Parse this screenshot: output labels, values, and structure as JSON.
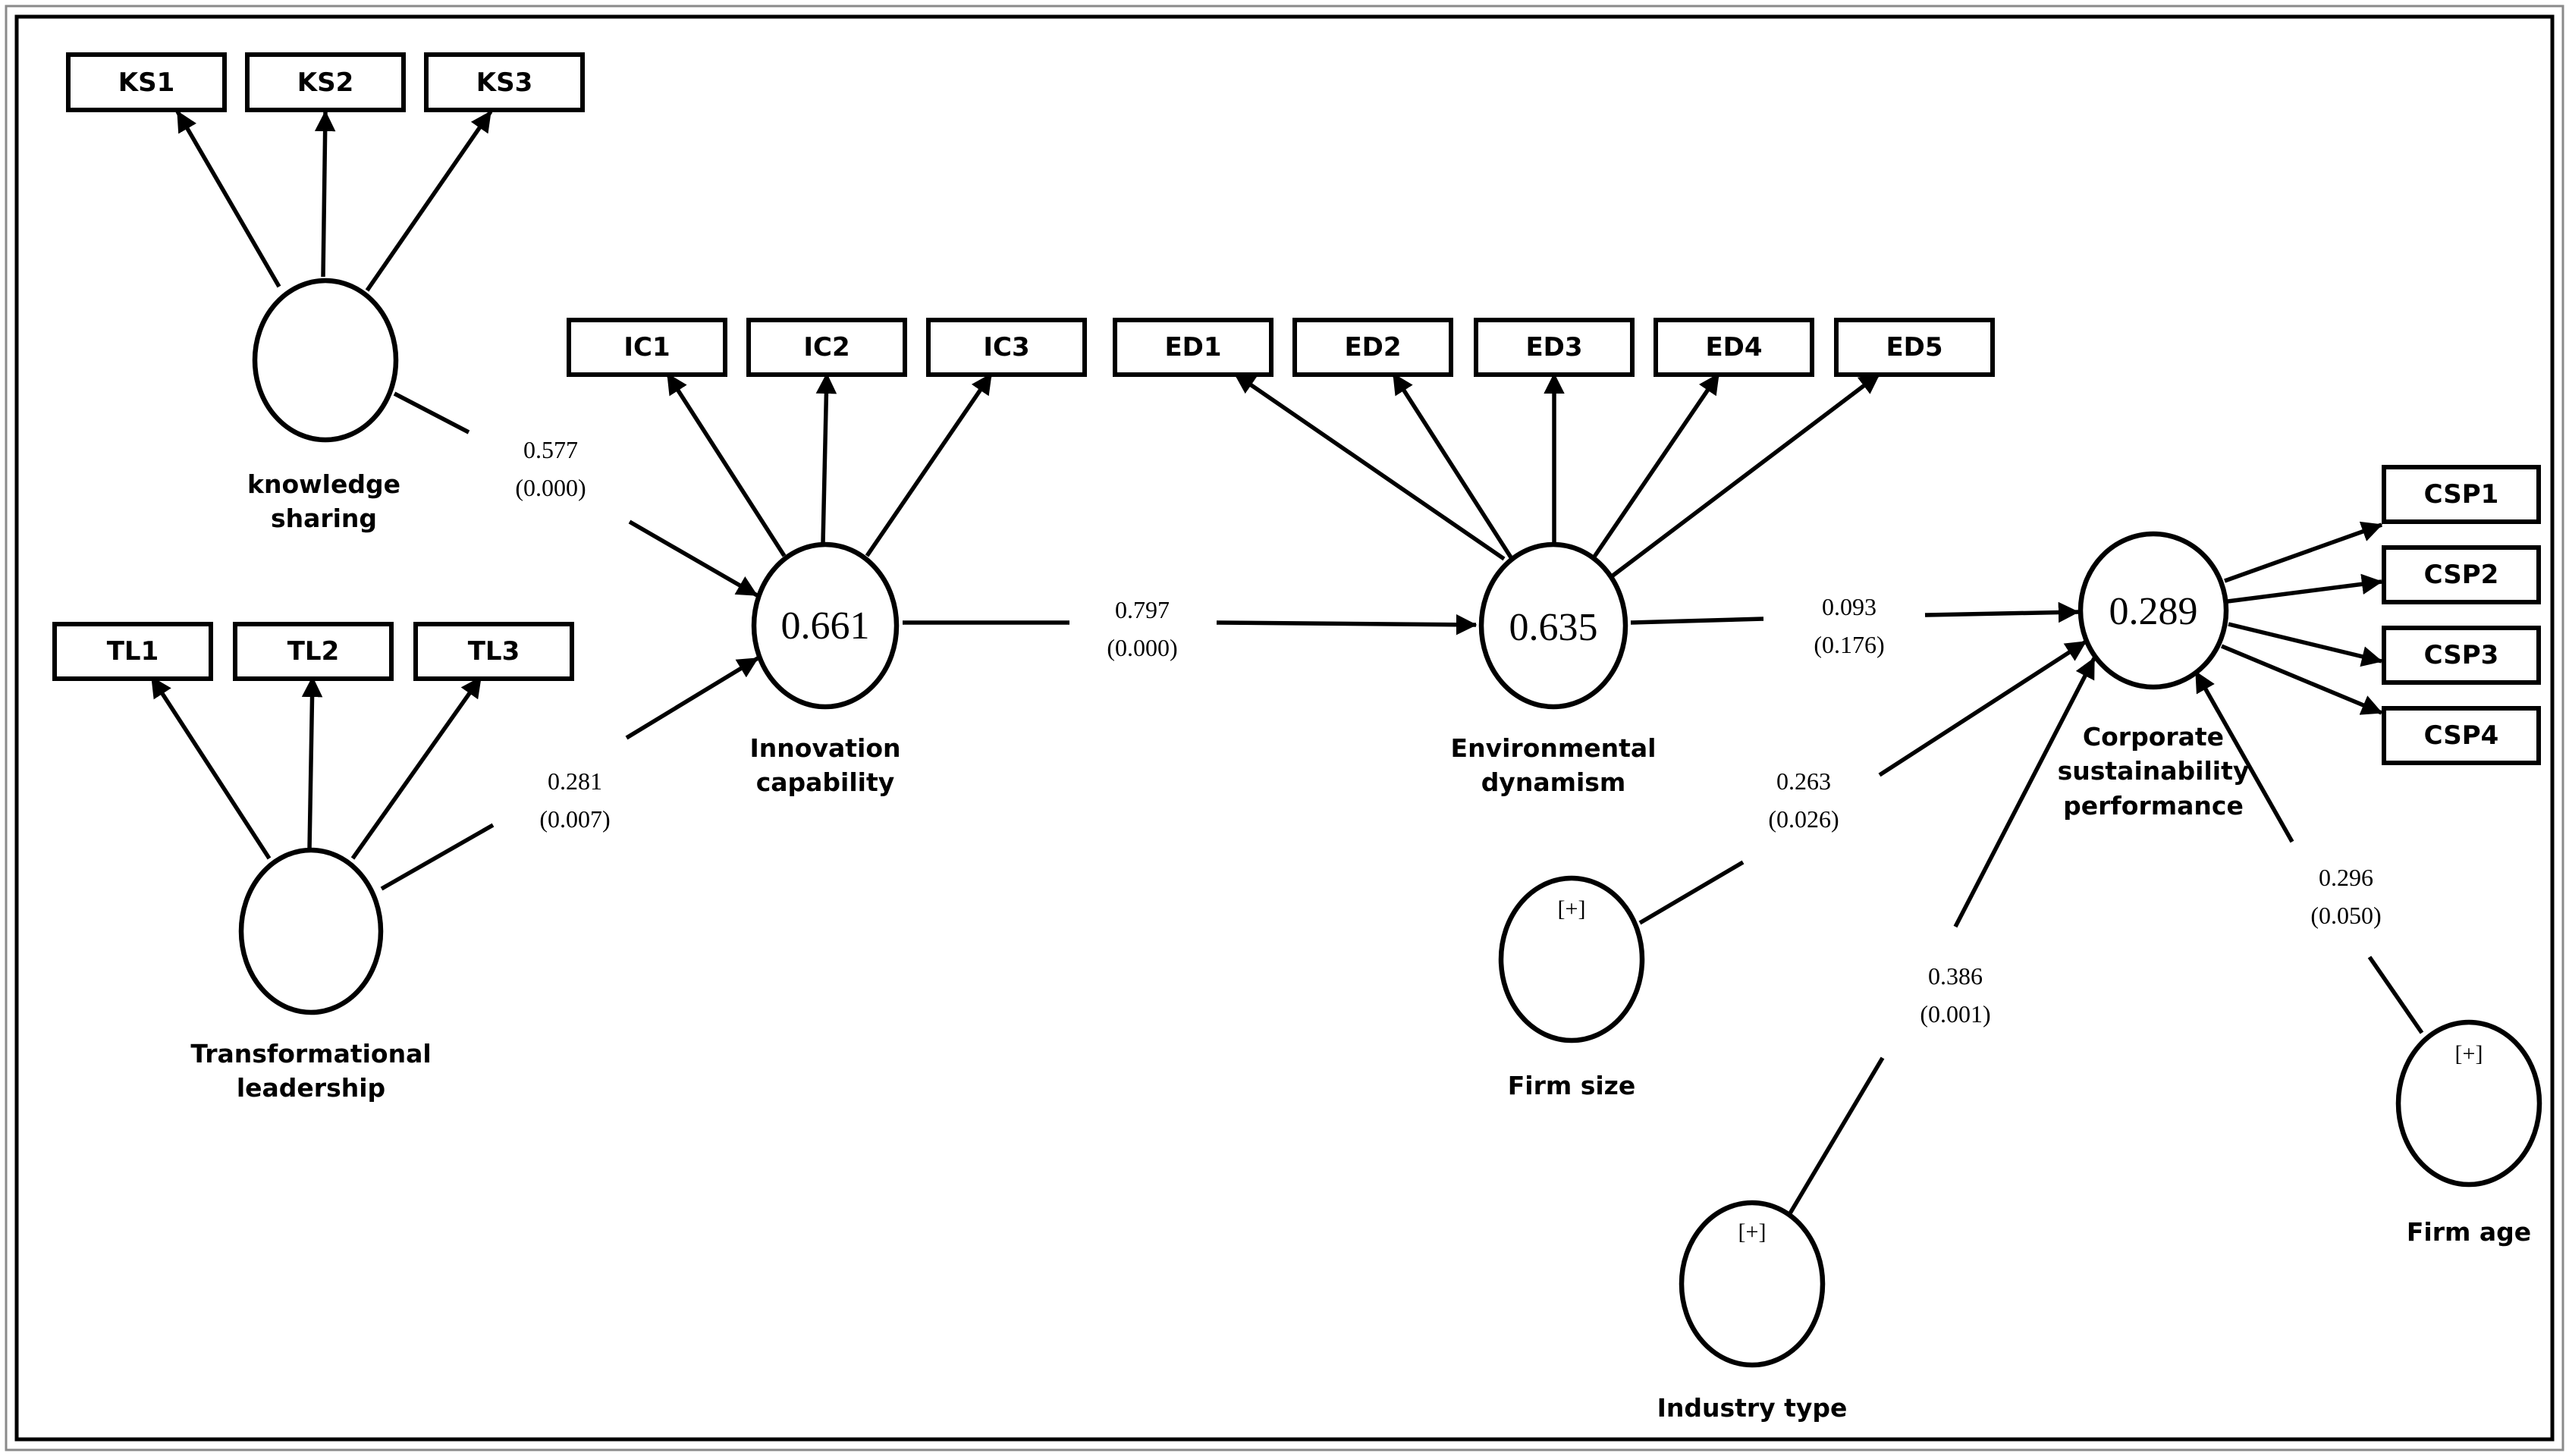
{
  "indicators": {
    "ks1": "KS1",
    "ks2": "KS2",
    "ks3": "KS3",
    "tl1": "TL1",
    "tl2": "TL2",
    "tl3": "TL3",
    "ic1": "IC1",
    "ic2": "IC2",
    "ic3": "IC3",
    "ed1": "ED1",
    "ed2": "ED2",
    "ed3": "ED3",
    "ed4": "ED4",
    "ed5": "ED5",
    "csp1": "CSP1",
    "csp2": "CSP2",
    "csp3": "CSP3",
    "csp4": "CSP4"
  },
  "constructs": {
    "knowledge_sharing": {
      "line1": "knowledge",
      "line2": "sharing"
    },
    "transformational_leadership": {
      "line1": "Transformational",
      "line2": "leadership"
    },
    "innovation_capability": {
      "line1": "Innovation",
      "line2": "capability",
      "r2": "0.661"
    },
    "environmental_dynamism": {
      "line1": "Environmental",
      "line2": "dynamism",
      "r2": "0.635"
    },
    "corporate_sustainability_performance": {
      "line1": "Corporate",
      "line2": "sustainability",
      "line3": "performance",
      "r2": "0.289"
    },
    "firm_size": {
      "label": "Firm size",
      "marker": "[+]"
    },
    "industry_type": {
      "label": "Industry type",
      "marker": "[+]"
    },
    "firm_age": {
      "label": "Firm age",
      "marker": "[+]"
    }
  },
  "paths": {
    "ks_ic": {
      "coef": "0.577",
      "p": "(0.000)"
    },
    "tl_ic": {
      "coef": "0.281",
      "p": "(0.007)"
    },
    "ic_ed": {
      "coef": "0.797",
      "p": "(0.000)"
    },
    "ed_csp": {
      "coef": "0.093",
      "p": "(0.176)"
    },
    "size_csp": {
      "coef": "0.263",
      "p": "(0.026)"
    },
    "industry_csp": {
      "coef": "0.386",
      "p": "(0.001)"
    },
    "age_csp": {
      "coef": "0.296",
      "p": "(0.050)"
    }
  }
}
